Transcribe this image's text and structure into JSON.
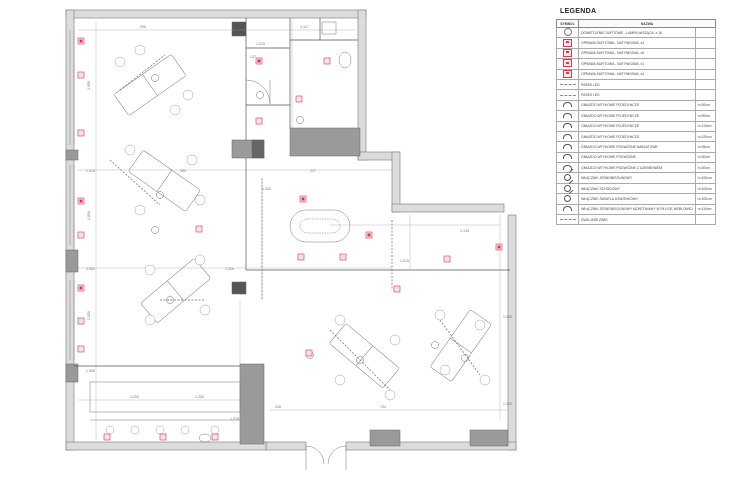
{
  "legend": {
    "title": "LEGENDA",
    "col_symbol": "SYMBOL",
    "col_desc": "NAZWA",
    "rows": [
      {
        "sym": "circ",
        "desc": "DOWIETLENIE SUFITOWE - LAMPA WISZĄCA, x 16",
        "val": ""
      },
      {
        "sym": "box",
        "desc": "OPRAWA SUFITOWA - NATYNKOWA, x4",
        "val": ""
      },
      {
        "sym": "box",
        "desc": "OPRAWA SUFITOWA - NATYNKOWA, x6",
        "val": ""
      },
      {
        "sym": "box",
        "desc": "OPRAWA SUFITOWA - NATYNKOWA, x1",
        "val": ""
      },
      {
        "sym": "box",
        "desc": "OPRAWA SUFITOWA - NATYNKOWA, x2",
        "val": ""
      },
      {
        "sym": "line",
        "desc": "PASEK LED",
        "val": ""
      },
      {
        "sym": "line",
        "desc": "PASEK LED",
        "val": ""
      },
      {
        "sym": "sock",
        "desc": "GNIAZDO WTYKOWE POJEDYNCZE",
        "val": "h=30cm"
      },
      {
        "sym": "sock",
        "desc": "GNIAZDO WTYKOWE POJEDYNCZE",
        "val": "h=90cm"
      },
      {
        "sym": "sock",
        "desc": "GNIAZDO WTYKOWE POJEDYNCZE",
        "val": "h=110cm"
      },
      {
        "sym": "sock",
        "desc": "GNIAZDO WTYKOWE POJEDYNCZE",
        "val": "h=120cm"
      },
      {
        "sym": "sock",
        "desc": "GNIAZDO WTYKOWE PODWÓJNE NABLATOWE",
        "val": "h=95cm"
      },
      {
        "sym": "sock",
        "desc": "GNIAZDO WTYKOWE PODWÓJNE",
        "val": "h=30cm"
      },
      {
        "sym": "sock",
        "desc": "GNIAZDO WTYKOWE PODWÓJNE Z UZIEMIENIEM",
        "val": "h=30cm"
      },
      {
        "sym": "sw",
        "desc": "WŁĄCZNIK JEDNOBIEGUNOWY",
        "val": "h=100cm"
      },
      {
        "sym": "sw",
        "desc": "WŁĄCZNIK SCHODOWY",
        "val": "h=100cm"
      },
      {
        "sym": "sw",
        "desc": "WŁĄCZNIK ŚWIATŁA DZWONKOWY",
        "val": "h=100cm"
      },
      {
        "sym": "sock",
        "desc": "WŁĄCZNIK JEDNOBIEGUNOWY MONTOWANY W PŁYCIE MEBLOWEJ",
        "val": "h=110cm"
      },
      {
        "sym": "line",
        "desc": "DWA LINIE ZWIS",
        "val": ""
      }
    ]
  },
  "dimensions": {
    "d1": "296",
    "d2": "1.650",
    "d3": "1.650",
    "d4": "2.050",
    "d5": "1.117",
    "d6": "1.513",
    "d7": "227",
    "d8": "360",
    "d9": "1.316",
    "d10": "1.015",
    "d11": "2.562",
    "d12": "1.134",
    "d13": "1.315",
    "d14": "1.352",
    "d15": "744",
    "d16": "1.303",
    "d17": "1.200",
    "d18": "1.200",
    "d19": "246",
    "d20": "1.215",
    "d21": "137",
    "d22": "1.308",
    "d23": "1.306"
  },
  "colors": {
    "wall": "#dcdcdc",
    "wall_dark": "#7a7a7a",
    "fixture": "#d8344a",
    "line": "#666666",
    "dim": "#9a9a9a"
  }
}
